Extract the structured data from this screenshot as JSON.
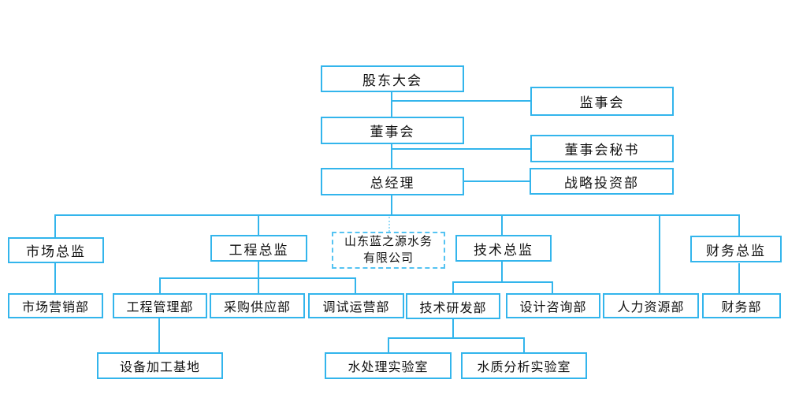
{
  "org_chart": {
    "colors": {
      "box_border": "#33b5ec",
      "connector_line": "#33b5ec",
      "dashed_border": "#55c3f2",
      "text": "#111111",
      "background": "#ffffff"
    },
    "company": {
      "line1": "山东蓝之源水务",
      "line2": "有限公司"
    },
    "nodes": {
      "shareholders": "股东大会",
      "supervisory": "监事会",
      "board": "董事会",
      "board_secretary": "董事会秘书",
      "general_manager": "总经理",
      "strategic_investment": "战略投资部",
      "marketing_director": "市场总监",
      "engineering_director": "工程总监",
      "technical_director": "技术总监",
      "finance_director": "财务总监",
      "marketing_dept": "市场营销部",
      "engineering_mgmt_dept": "工程管理部",
      "procurement_dept": "采购供应部",
      "commissioning_dept": "调试运营部",
      "rnd_dept": "技术研发部",
      "design_consulting_dept": "设计咨询部",
      "hr_dept": "人力资源部",
      "finance_dept": "财务部",
      "equipment_base": "设备加工基地",
      "water_treatment_lab": "水处理实验室",
      "water_quality_lab": "水质分析实验室"
    },
    "edges": [
      [
        "股东大会",
        "监事会"
      ],
      [
        "股东大会",
        "董事会"
      ],
      [
        "董事会",
        "董事会秘书"
      ],
      [
        "董事会",
        "总经理"
      ],
      [
        "总经理",
        "战略投资部"
      ],
      [
        "总经理",
        "市场总监"
      ],
      [
        "总经理",
        "工程总监"
      ],
      [
        "总经理",
        "技术总监"
      ],
      [
        "总经理",
        "人力资源部"
      ],
      [
        "总经理",
        "财务总监"
      ],
      [
        "市场总监",
        "市场营销部"
      ],
      [
        "工程总监",
        "工程管理部"
      ],
      [
        "工程总监",
        "采购供应部"
      ],
      [
        "工程总监",
        "调试运营部"
      ],
      [
        "技术总监",
        "技术研发部"
      ],
      [
        "技术总监",
        "设计咨询部"
      ],
      [
        "财务总监",
        "财务部"
      ],
      [
        "工程管理部",
        "设备加工基地"
      ],
      [
        "技术研发部",
        "水处理实验室"
      ],
      [
        "技术研发部",
        "水质分析实验室"
      ]
    ]
  }
}
